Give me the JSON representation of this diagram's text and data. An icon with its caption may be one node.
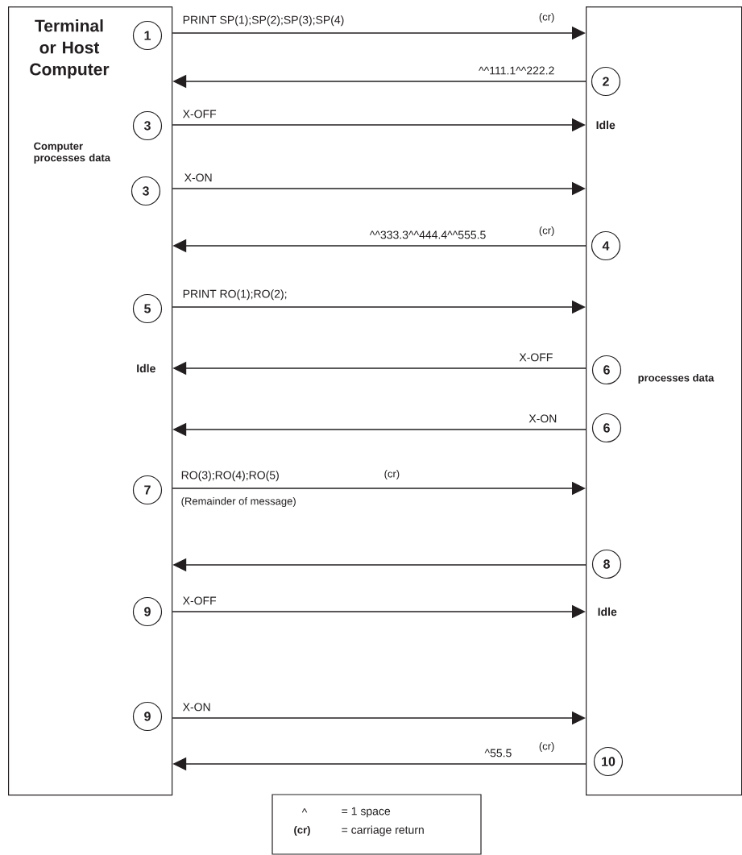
{
  "diagram": {
    "nodes": [
      {
        "text": [
          "Terminal or Host Computer"
        ]
      },
      {
        "text": [],
        "shape": "box"
      },
      {
        "text": [
          "1"
        ],
        "in": 0
      },
      {
        "text": [
          "2"
        ],
        "in": 1
      },
      {
        "text": [
          "3"
        ],
        "in": 0
      },
      {
        "text": [
          "3"
        ],
        "in": 0
      },
      {
        "text": [
          "4"
        ],
        "in": 1
      },
      {
        "text": [
          "5"
        ],
        "in": 0
      },
      {
        "text": [
          "6"
        ],
        "in": 1
      },
      {
        "text": [
          "6"
        ],
        "in": 1
      },
      {
        "text": [
          "7"
        ],
        "in": 0
      },
      {
        "text": [
          "8"
        ],
        "in": 1
      },
      {
        "text": [
          "9"
        ],
        "in": 0
      },
      {
        "text": [
          "9"
        ],
        "in": 0
      },
      {
        "text": [
          "10"
        ],
        "in": 1
      }
    ],
    "edges": [
      {
        "from": 0,
        "to": 1,
        "arrow": "to",
        "label": "PRINT SP(1);SP(2);SP(3);SP(4)"
      },
      {
        "from": 1,
        "to": 0,
        "arrow": "to",
        "label": "^^111.1^^222.2"
      },
      {
        "from": 0,
        "to": 1,
        "arrow": "to",
        "label": "X-OFF"
      },
      {
        "from": 0,
        "to": 1,
        "arrow": "to",
        "label": "X-ON"
      },
      {
        "from": 1,
        "to": 0,
        "arrow": "to",
        "label": "^^333.3^^444.4^^555.5"
      },
      {
        "from": 0,
        "to": 1,
        "arrow": "to",
        "label": "PRINT RO(1);RO(2);"
      },
      {
        "from": 1,
        "to": 0,
        "arrow": "to",
        "label": "X-OFF"
      },
      {
        "from": 1,
        "to": 0,
        "arrow": "to",
        "label": "X-ON"
      },
      {
        "from": 0,
        "to": 1,
        "arrow": "to",
        "label": "RO(3);RO(4);RO(5)"
      },
      {
        "from": 1,
        "to": 0,
        "arrow": "to"
      },
      {
        "from": 0,
        "to": 1,
        "arrow": "to",
        "label": "X-OFF"
      },
      {
        "from": 0,
        "to": 1,
        "arrow": "to",
        "label": "X-ON"
      },
      {
        "from": 1,
        "to": 0,
        "arrow": "to",
        "label": "^55.5"
      }
    ],
    "labels": [
      "(cr)",
      "Idle",
      "Computer processes data",
      "(cr)",
      "Idle",
      "processes data",
      "(cr)",
      "(Remainder of message)",
      "Idle",
      "(cr)",
      "^",
      "= 1 space",
      "(cr)",
      "= carriage return"
    ]
  }
}
